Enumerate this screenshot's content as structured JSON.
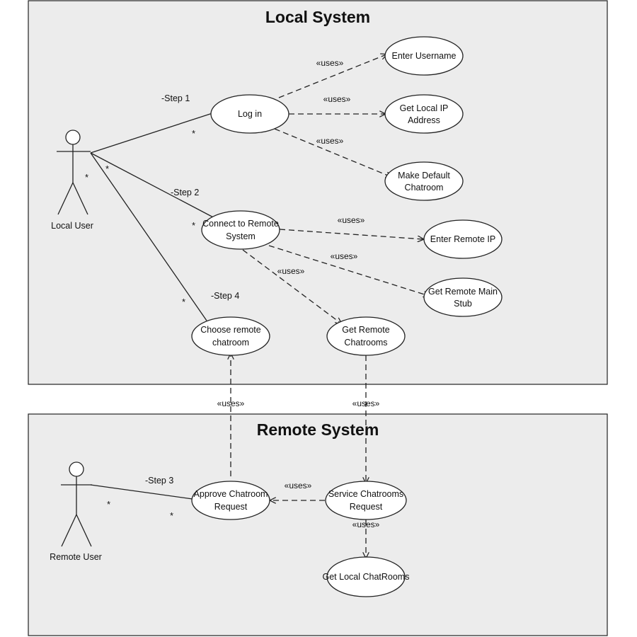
{
  "systems": {
    "local": {
      "title": "Local System"
    },
    "remote": {
      "title": "Remote System"
    }
  },
  "actors": {
    "local_user": "Local User",
    "remote_user": "Remote User"
  },
  "use_cases": {
    "login": [
      "Log in"
    ],
    "enter_username": [
      "Enter Username"
    ],
    "get_local_ip": [
      "Get Local IP",
      "Address"
    ],
    "make_default_chatroom": [
      "Make Default",
      "Chatroom"
    ],
    "connect_remote": [
      "Connect to Remote",
      "System"
    ],
    "enter_remote_ip": [
      "Enter Remote IP"
    ],
    "get_remote_main_stub": [
      "Get Remote Main",
      "Stub"
    ],
    "choose_remote_chatroom": [
      "Choose remote",
      "chatroom"
    ],
    "get_remote_chatrooms": [
      "Get Remote",
      "Chatrooms"
    ],
    "approve_chatroom_request": [
      "Approve Chatroom",
      "Request"
    ],
    "service_chatrooms_request": [
      "Service Chatrooms",
      "Request"
    ],
    "get_local_chatrooms": [
      "Get Local ChatRooms"
    ]
  },
  "steps": {
    "step1": "-Step 1",
    "step2": "-Step 2",
    "step3": "-Step 3",
    "step4": "-Step 4"
  },
  "stereotype": "«uses»",
  "multiplicity": "*"
}
